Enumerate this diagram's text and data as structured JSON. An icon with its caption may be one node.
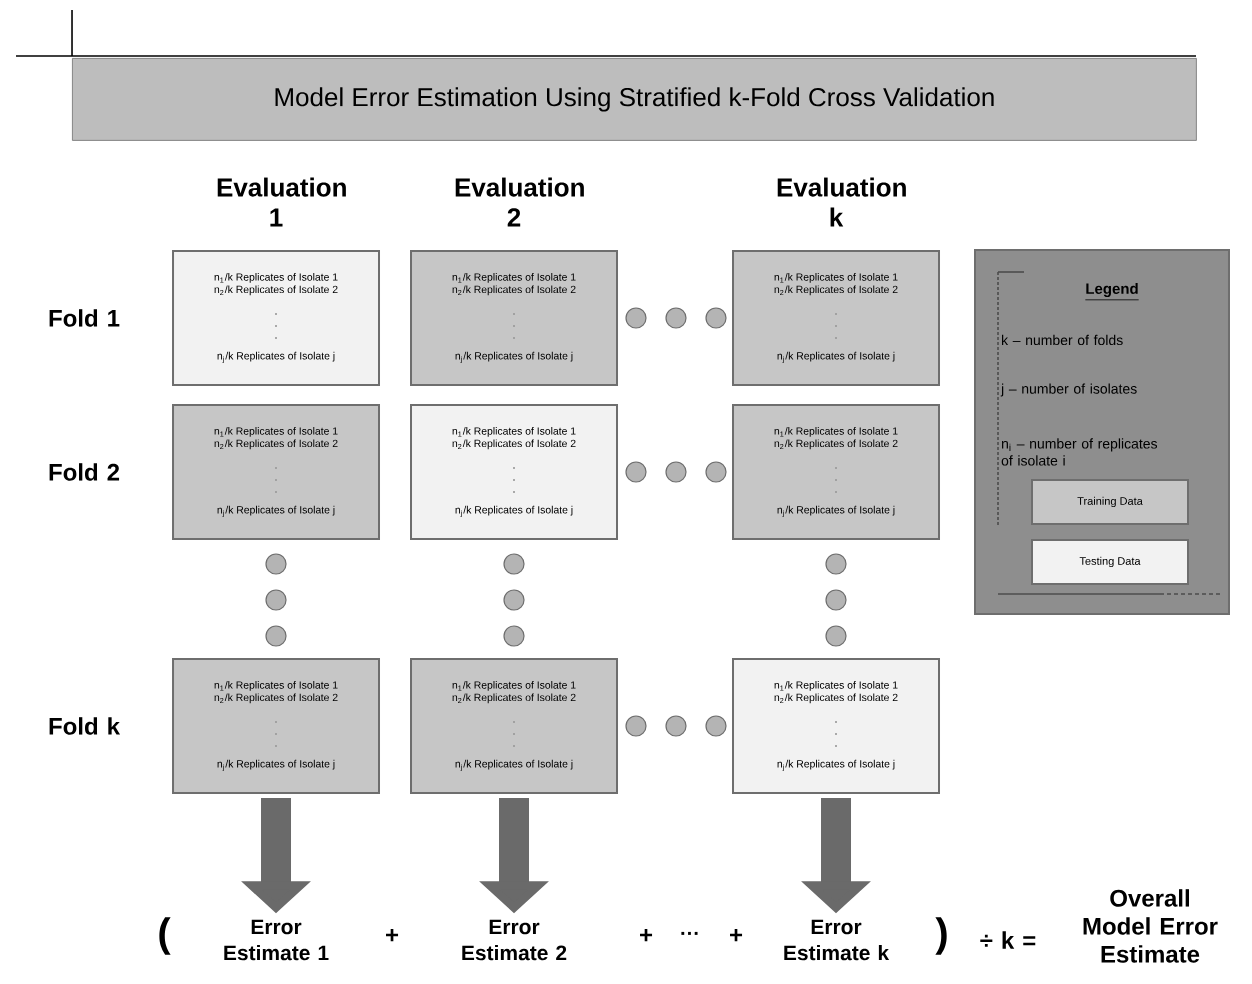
{
  "diagram": {
    "title": "Model Error Estimation Using Stratified k-Fold Cross Validation",
    "nodes": [
      {
        "text": [
          "n$_{1}$/k Replicates of Isolate 1",
          "n$_{2}$/k Replicates of Isolate 2",
          "n$_{j}$/k Replicates of Isolate j"
        ]
      },
      {
        "text": [
          "n$_{1}$/k Replicates of Isolate 1",
          "n$_{2}$/k Replicates of Isolate 2",
          "n$_{j}$/k Replicates of Isolate j"
        ]
      },
      {
        "text": [
          "n$_{1}$/k Replicates of Isolate 1",
          "n$_{2}$/k Replicates of Isolate 2",
          "n$_{j}$/k Replicates of Isolate j"
        ]
      },
      {
        "text": [
          "n$_{1}$/k Replicates of Isolate 1",
          "n$_{2}$/k Replicates of Isolate 2",
          "n$_{j}$/k Replicates of Isolate j"
        ]
      },
      {
        "text": [
          "n$_{1}$/k Replicates of Isolate 1",
          "n$_{2}$/k Replicates of Isolate 2",
          "n$_{j}$/k Replicates of Isolate j"
        ]
      },
      {
        "text": [
          "n$_{1}$/k Replicates of Isolate 1",
          "n$_{2}$/k Replicates of Isolate 2",
          "n$_{j}$/k Replicates of Isolate j"
        ]
      },
      {
        "text": [
          "n$_{1}$/k Replicates of Isolate 1",
          "n$_{2}$/k Replicates of Isolate 2",
          "n$_{j}$/k Replicates of Isolate j"
        ]
      },
      {
        "text": [
          "n$_{1}$/k Replicates of Isolate 1",
          "n$_{2}$/k Replicates of Isolate 2",
          "n$_{j}$/k Replicates of Isolate j"
        ]
      },
      {
        "text": [
          "n$_{1}$/k Replicates of Isolate 1",
          "n$_{2}$/k Replicates of Isolate 2",
          "n$_{j}$/k Replicates of Isolate j"
        ]
      },
      {
        "text": [
          "Legend",
          "k – number of folds",
          "j – number of isolates",
          "n$_{i}$ – number of replicates of isolate i"
        ]
      },
      {
        "text": [
          "Training Data"
        ],
        "in": 9
      },
      {
        "text": [
          "Testing Data"
        ],
        "in": 9
      },
      {
        "text": [
          "Error Estimate 1"
        ]
      },
      {
        "text": [
          "Error Estimate 2"
        ]
      },
      {
        "text": [
          "Error Estimate k"
        ]
      }
    ],
    "edges": [
      {
        "from": 6,
        "to": 12,
        "arrow": "to"
      },
      {
        "from": 7,
        "to": 13,
        "arrow": "to"
      },
      {
        "from": 8,
        "to": 14,
        "arrow": "to"
      }
    ],
    "labels": [
      "Evaluation 1",
      "Evaluation 2",
      "Evaluation k",
      "Fold 1",
      "Fold 2",
      "Fold k",
      "(",
      "+",
      "+",
      "···",
      "+",
      ")",
      "÷ k =",
      "Overall Model Error Estimate"
    ]
  }
}
